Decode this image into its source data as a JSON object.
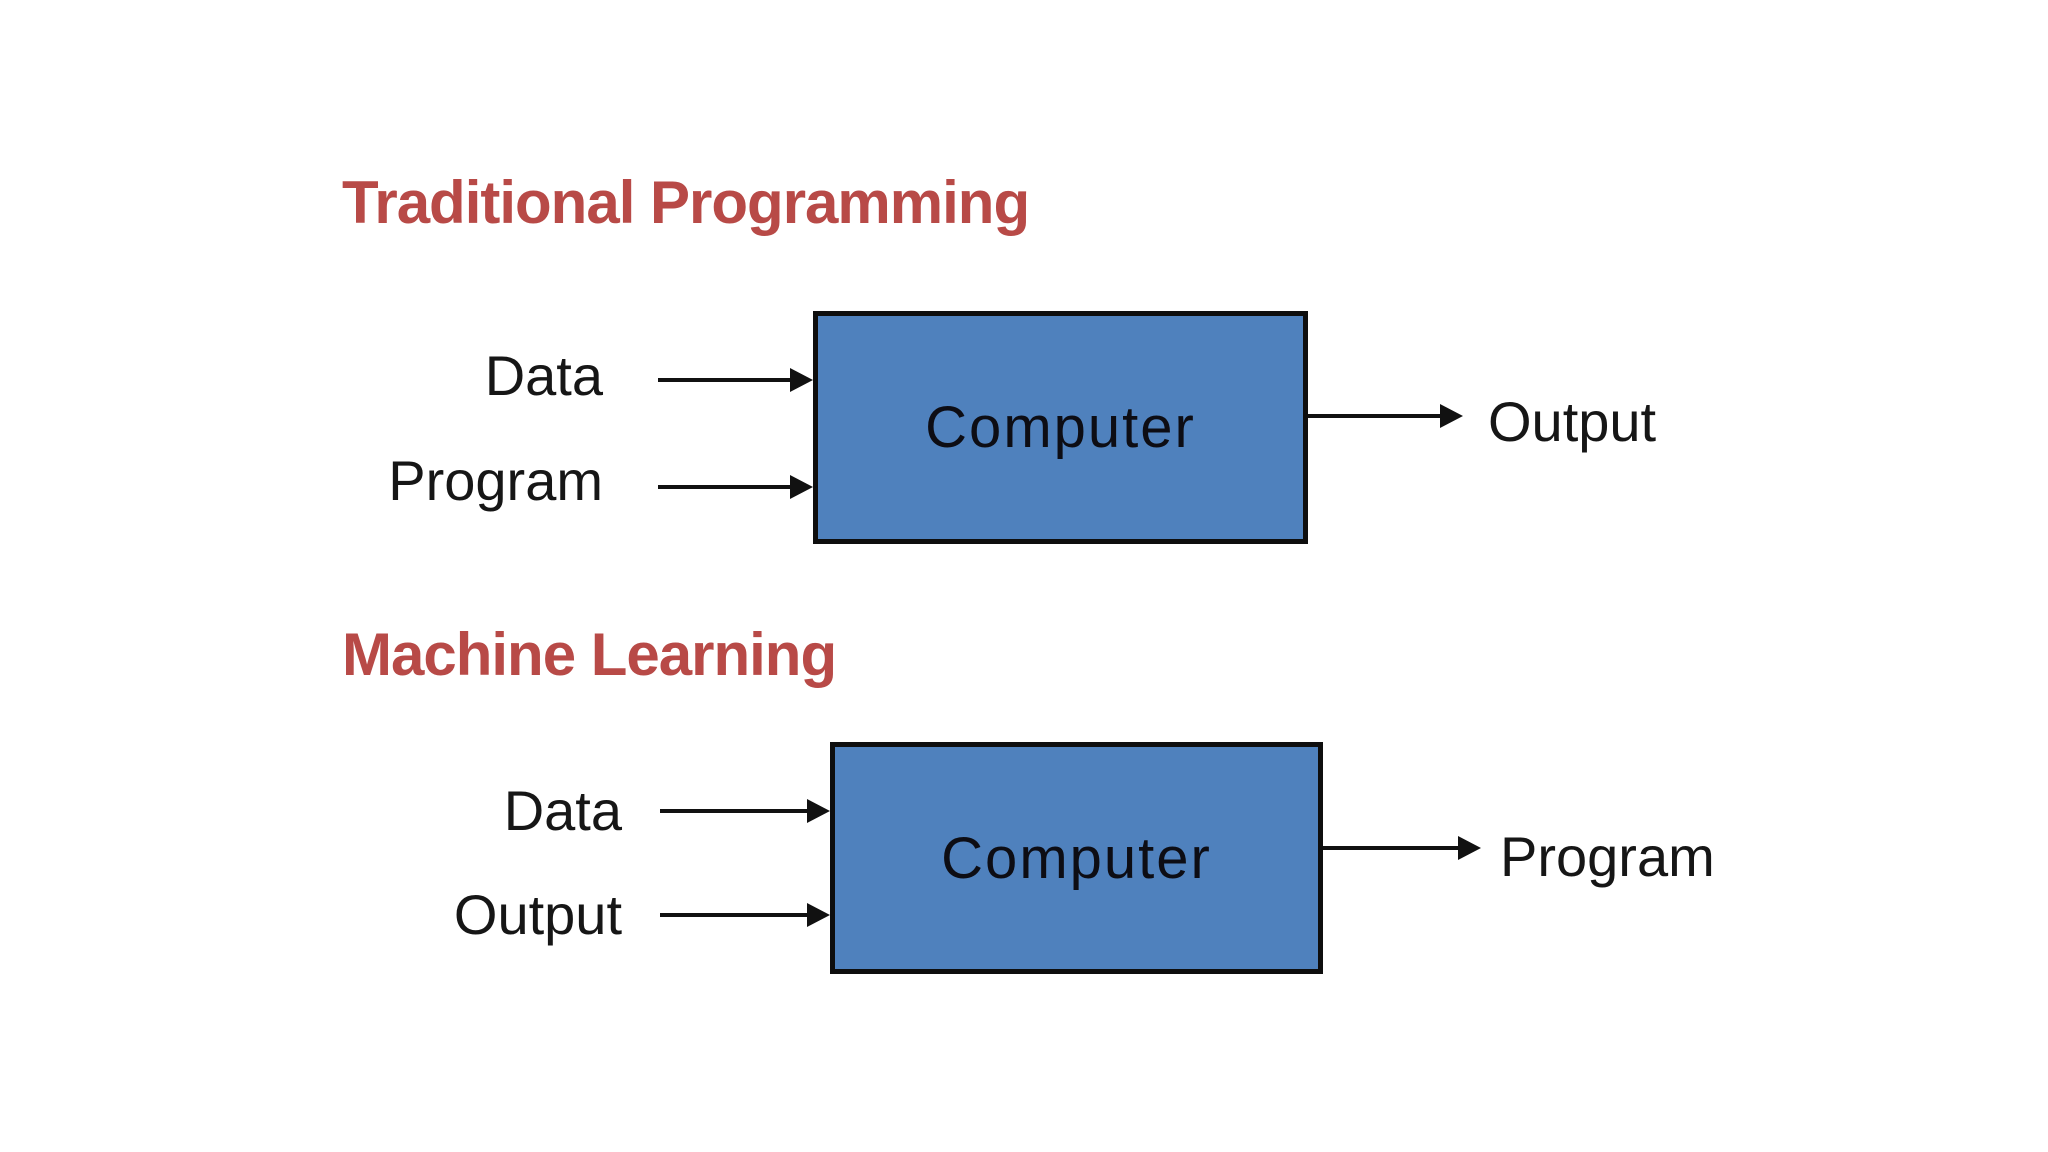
{
  "diagrams": [
    {
      "title": "Traditional Programming",
      "box_label": "Computer",
      "inputs": [
        "Data",
        "Program"
      ],
      "output": "Output"
    },
    {
      "title": "Machine Learning",
      "box_label": "Computer",
      "inputs": [
        "Data",
        "Output"
      ],
      "output": "Program"
    }
  ],
  "colors": {
    "title": "#b84a47",
    "box_fill": "#4f81bd",
    "box_border": "#0e0e0e",
    "line": "#111111",
    "text": "#161616",
    "background": "#ffffff"
  }
}
